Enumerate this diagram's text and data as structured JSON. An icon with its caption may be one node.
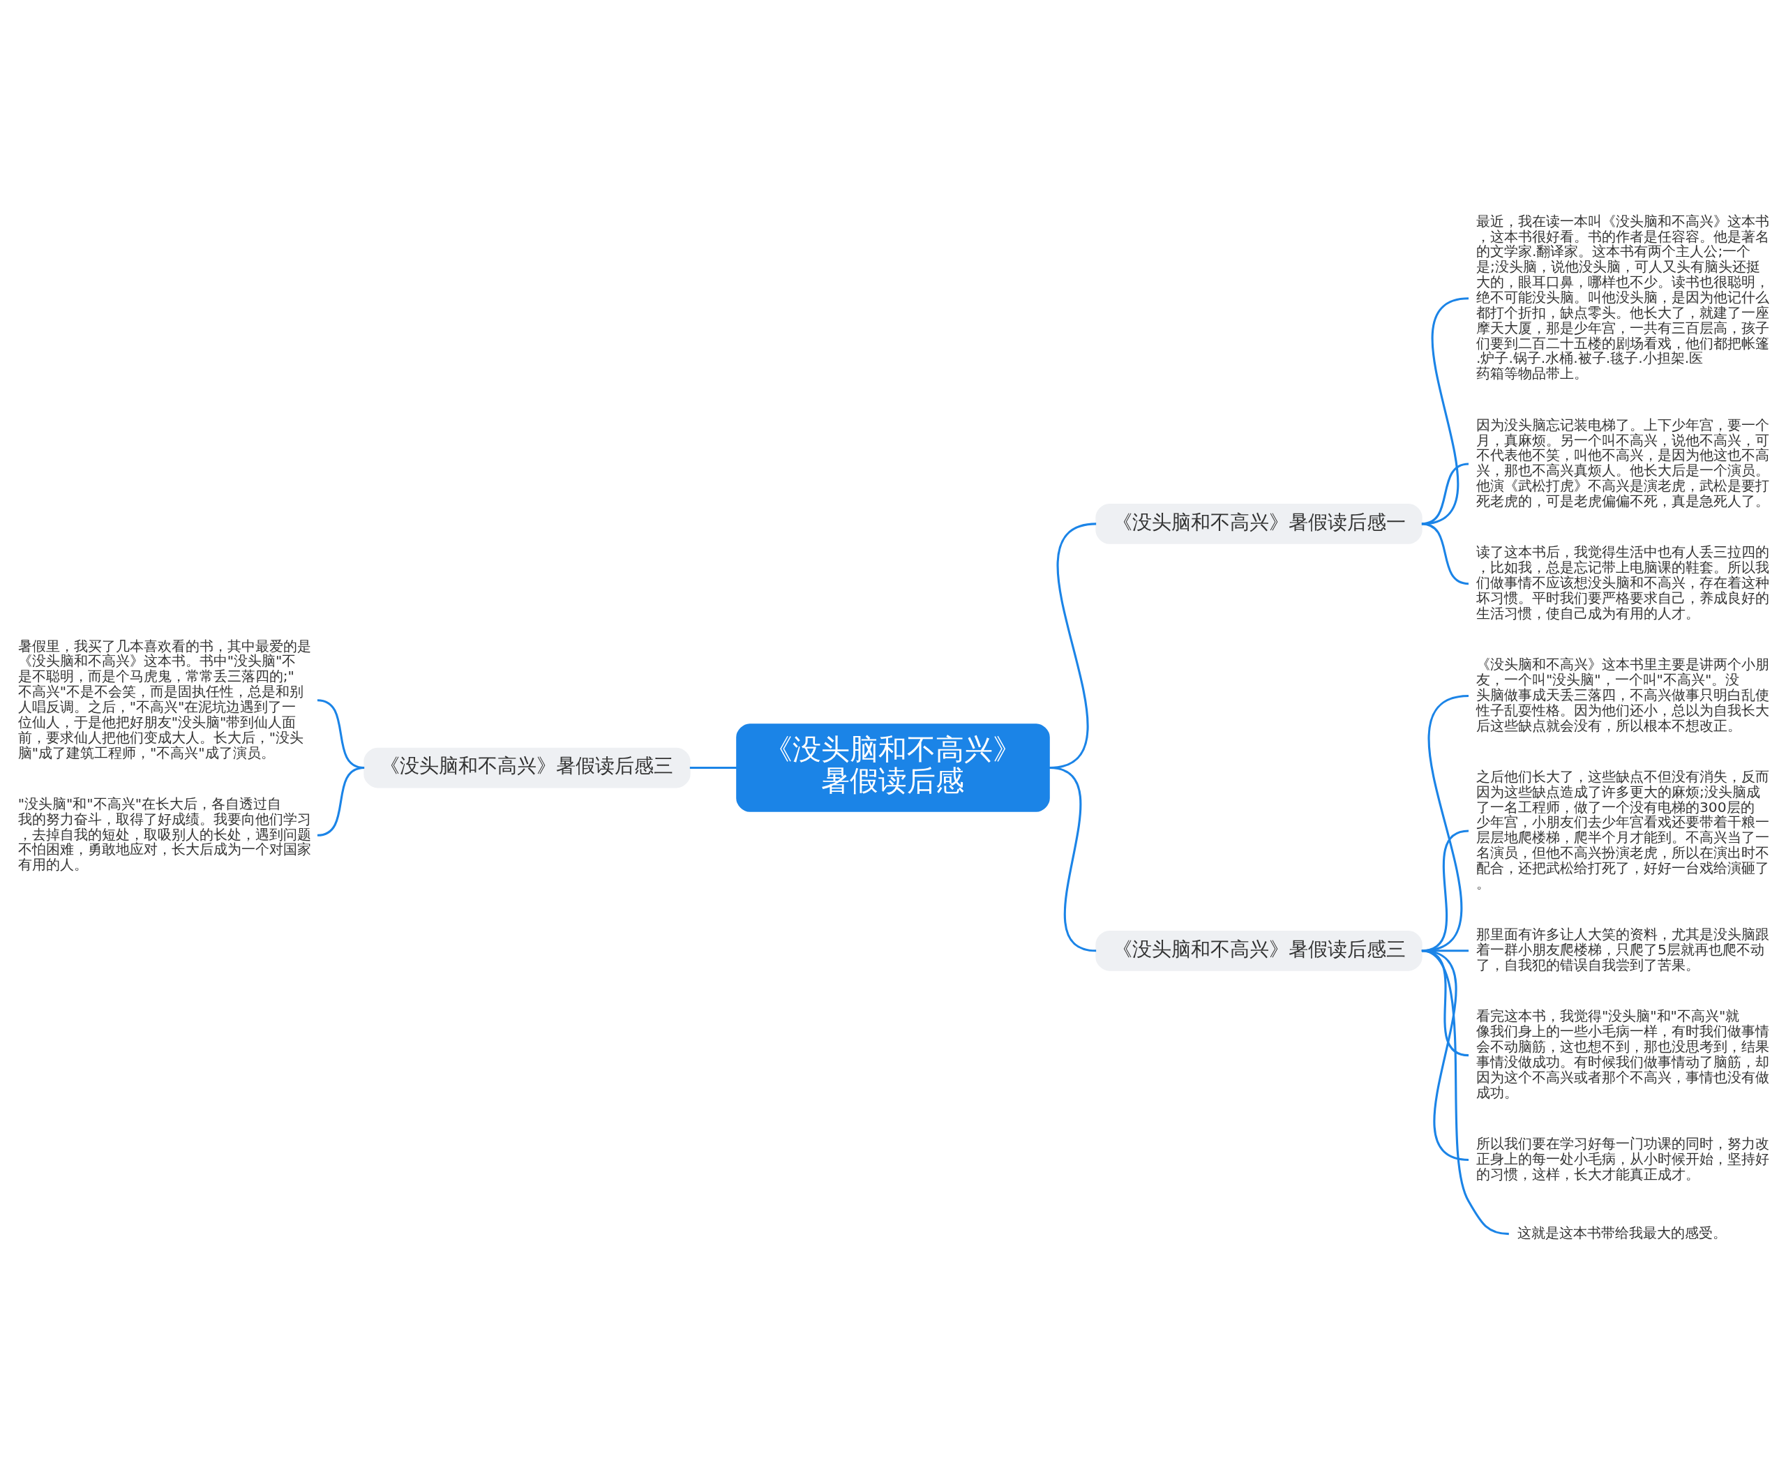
{
  "diagram": {
    "nodes": [
      {
        "text": [
          "《没头脑和不高兴》暑假读后感"
        ]
      },
      {
        "text": [
          "《没头脑和不高兴》暑假读后感一"
        ]
      },
      {
        "text": [
          "最近，我在读一本叫《没头脑和不高兴》这本书，这本书很好看。书的作者是任容容。他是著名的文学家.翻译家。这本书有两个主人公;一个是;没头脑，说他没头脑，可人又头有脑头还挺大的，眼耳口鼻，哪样也不少。读书也很聪明，绝不可能没头脑。叫他没头脑，是因为他记什么都打个折扣，缺点零头。他长大了，就建了一座摩天大厦，那是少年宫，一共有三百层高，孩子们要到二百二十五楼的剧场看戏，他们都把帐篷.炉子.锅子.水桶.被子.毯子.小担架.医药箱等物品带上。"
        ]
      },
      {
        "text": [
          "因为没头脑忘记装电梯了。上下少年宫，要一个月，真麻烦。另一个叫不高兴，说他不高兴，可不代表他不笑，叫他不高兴，是因为他这也不高兴，那也不高兴真烦人。他长大后是一个演员。他演《武松打虎》不高兴是演老虎，武松是要打死老虎的，可是老虎偏偏不死，真是急死人了。"
        ]
      },
      {
        "text": [
          "读了这本书后，我觉得生活中也有人丢三拉四的，比如我，总是忘记带上电脑课的鞋套。所以我们做事情不应该想没头脑和不高兴，存在着这种坏习惯。平时我们要严格要求自己，养成良好的生活习惯，使自己成为有用的人才。"
        ]
      },
      {
        "text": [
          "《没头脑和不高兴》暑假读后感三"
        ]
      },
      {
        "text": [
          "《没头脑和不高兴》这本书里主要是讲两个小朋友，一个叫\"没头脑\"，一个叫\"不高兴\"。没头脑做事成天丢三落四，不高兴做事只明白乱使性子乱耍性格。因为他们还小，总以为自我长大后这些缺点就会没有，所以根本不想改正。"
        ]
      },
      {
        "text": [
          "之后他们长大了，这些缺点不但没有消失，反而因为这些缺点造成了许多更大的麻烦;没头脑成了一名工程师，做了一个没有电梯的300层的少年宫，小朋友们去少年宫看戏还要带着干粮一层层地爬楼梯，爬半个月才能到。不高兴当了一名演员，但他不高兴扮演老虎，所以在演出时不配合，还把武松给打死了，好好一台戏给演砸了。"
        ]
      },
      {
        "text": [
          "那里面有许多让人大笑的资料，尤其是没头脑跟着一群小朋友爬楼梯，只爬了5层就再也爬不动了，自我犯的错误自我尝到了苦果。"
        ]
      },
      {
        "text": [
          "看完这本书，我觉得\"没头脑\"和\"不高兴\"就像我们身上的一些小毛病一样，有时我们做事情会不动脑筋，这也想不到，那也没思考到，结果事情没做成功。有时候我们做事情动了脑筋，却因为这个不高兴或者那个不高兴，事情也没有做成功。"
        ]
      },
      {
        "text": [
          "所以我们要在学习好每一门功课的同时，努力改正身上的每一处小毛病，从小时候开始，坚持好的习惯，这样，长大才能真正成才。"
        ]
      },
      {
        "text": [
          "这就是这本书带给我最大的感受。"
        ]
      },
      {
        "text": [
          "《没头脑和不高兴》暑假读后感三"
        ]
      },
      {
        "text": [
          "暑假里，我买了几本喜欢看的书，其中最爱的是《没头脑和不高兴》这本书。书中\"没头脑\"不是不聪明，而是个马虎鬼，常常丢三落四的;\"不高兴\"不是不会笑，而是固执任性，总是和别人唱反调。之后，\"不高兴\"在泥坑边遇到了一位仙人，于是他把好朋友\"没头脑\"带到仙人面前，要求仙人把他们变成大人。长大后，\"没头脑\"成了建筑工程师，\"不高兴\"成了演员。"
        ]
      },
      {
        "text": [
          "\"没头脑\"和\"不高兴\"在长大后，各自透过自我的努力奋斗，取得了好成绩。我要向他们学习，去掉自我的短处，取吸别人的长处，遇到问题不怕困难，勇敢地应对，长大后成为一个对国家有用的人。"
        ]
      }
    ],
    "edges": [
      {
        "from": 0,
        "to": 1,
        "arrow": "none"
      },
      {
        "from": 1,
        "to": 2,
        "arrow": "none"
      },
      {
        "from": 1,
        "to": 3,
        "arrow": "none"
      },
      {
        "from": 1,
        "to": 4,
        "arrow": "none"
      },
      {
        "from": 0,
        "to": 5,
        "arrow": "none"
      },
      {
        "from": 5,
        "to": 6,
        "arrow": "none"
      },
      {
        "from": 5,
        "to": 7,
        "arrow": "none"
      },
      {
        "from": 5,
        "to": 8,
        "arrow": "none"
      },
      {
        "from": 5,
        "to": 9,
        "arrow": "none"
      },
      {
        "from": 5,
        "to": 10,
        "arrow": "none"
      },
      {
        "from": 5,
        "to": 11,
        "arrow": "none"
      },
      {
        "from": 0,
        "to": 12,
        "arrow": "none"
      },
      {
        "from": 12,
        "to": 13,
        "arrow": "none"
      },
      {
        "from": 12,
        "to": 14,
        "arrow": "none"
      }
    ]
  }
}
